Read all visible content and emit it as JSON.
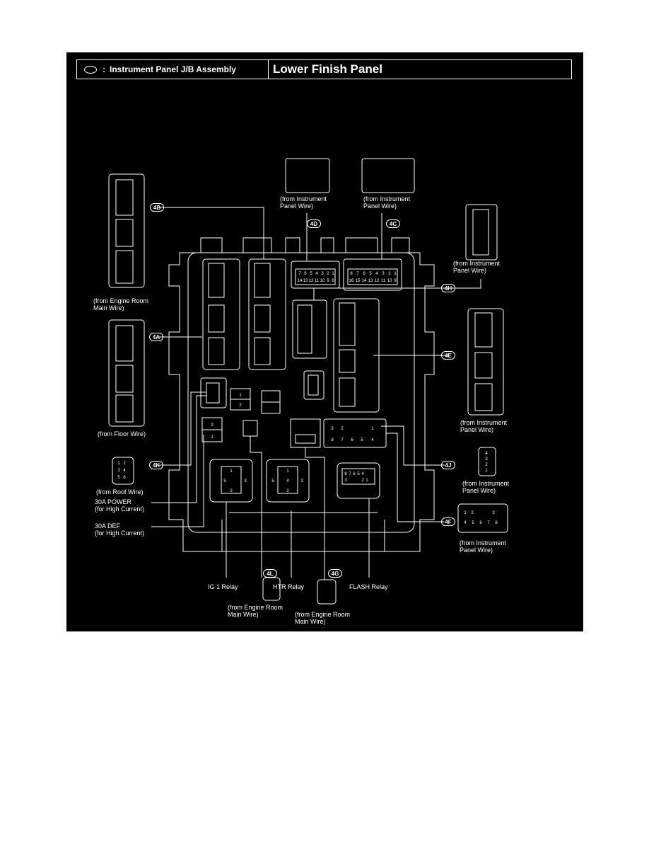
{
  "header": {
    "legend_text": "Instrument Panel J/B Assembly",
    "legend_colon": ":",
    "location_title": "Lower Finish Panel"
  },
  "badges": {
    "b4B": "4B",
    "b4A": "4A",
    "b4K": "4K",
    "b4D": "4D",
    "b4C": "4C",
    "b4H": "4H",
    "b4E": "4E",
    "b4J": "4J",
    "b4F": "4F",
    "b4L": "4L",
    "b4G": "4G"
  },
  "labels": {
    "c4b_1": "(from Engine Room",
    "c4b_2": "Main Wire)",
    "c4a": "(from Floor Wire)",
    "c4k": "(from Roof Wire)",
    "c4d_1": "(from Instrument",
    "c4d_2": "Panel Wire)",
    "c4c_1": "(from Instrument",
    "c4c_2": "Panel Wire)",
    "c4h_1": "(from Instrument",
    "c4h_2": "Panel Wire)",
    "c4e_1": "(from Instrument",
    "c4e_2": "Panel Wire)",
    "c4j_1": "(from Instrument",
    "c4j_2": "Panel Wire)",
    "c4f_1": "(from Instrument",
    "c4f_2": "Panel Wire)",
    "c4l_1": "(from Engine Room",
    "c4l_2": "Main Wire)",
    "c4g_1": "(from Engine Room",
    "c4g_2": "Main Wire)",
    "p30a_power_1": "30A POWER",
    "p30a_power_2": "(for High Current)",
    "p30a_def_1": "30A DEF",
    "p30a_def_2": "(for High Current)",
    "ig1_relay": "IG 1 Relay",
    "htr_relay": "HTR Relay",
    "flash_relay": "FLASH Relay"
  },
  "pins": {
    "relay_ig1": [
      "1",
      "5",
      "3",
      "2"
    ],
    "relay_htr": [
      "1",
      "5",
      "4",
      "3",
      "2"
    ],
    "relay_flash": [
      "8",
      "7",
      "6",
      "5",
      "4",
      "3",
      "2",
      "1"
    ],
    "c4f": [
      "1",
      "2",
      "3",
      "4",
      "5",
      "6",
      "7",
      "8"
    ],
    "c4j": [
      "4",
      "3",
      "2",
      "1"
    ],
    "c4k": [
      "1",
      "2",
      "3",
      "4",
      "5",
      "6"
    ],
    "jb_4f_socket": [
      "3",
      "2",
      "1",
      "8",
      "7",
      "6",
      "5",
      "4"
    ],
    "small_fuse_a": [
      "1",
      "2"
    ],
    "small_fuse_b": [
      "2",
      "1"
    ],
    "c4d": [
      "7",
      "6",
      "5",
      "4",
      "3",
      "2",
      "1",
      "14",
      "13",
      "12",
      "11",
      "10",
      "9",
      "8"
    ],
    "c4c": [
      "8",
      "7",
      "6",
      "5",
      "4",
      "3",
      "2",
      "1",
      "16",
      "15",
      "14",
      "13",
      "12",
      "11",
      "10",
      "9"
    ]
  },
  "colors": {
    "background": "#000000",
    "line": "#ffffff"
  }
}
